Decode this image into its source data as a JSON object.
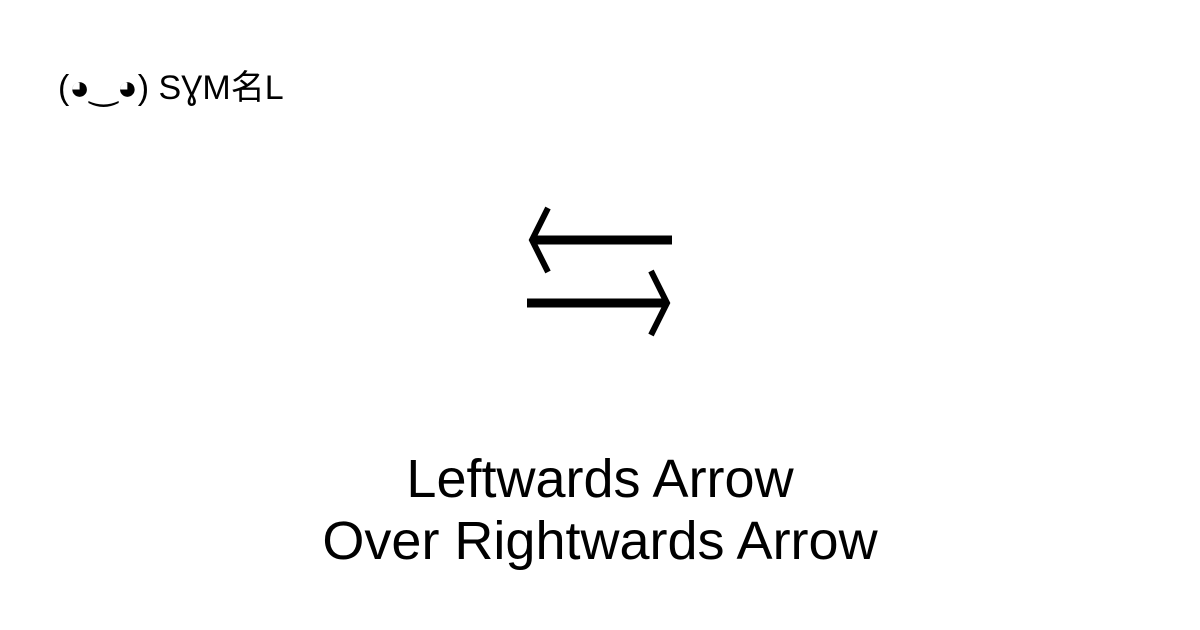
{
  "logo": "(◕‿◕) SƔM名L",
  "symbol": {
    "char": "⇆",
    "icon": "leftwards-arrow-over-rightwards-arrow-icon"
  },
  "title": {
    "line1": "Leftwards Arrow",
    "line2": "Over Rightwards Arrow"
  }
}
